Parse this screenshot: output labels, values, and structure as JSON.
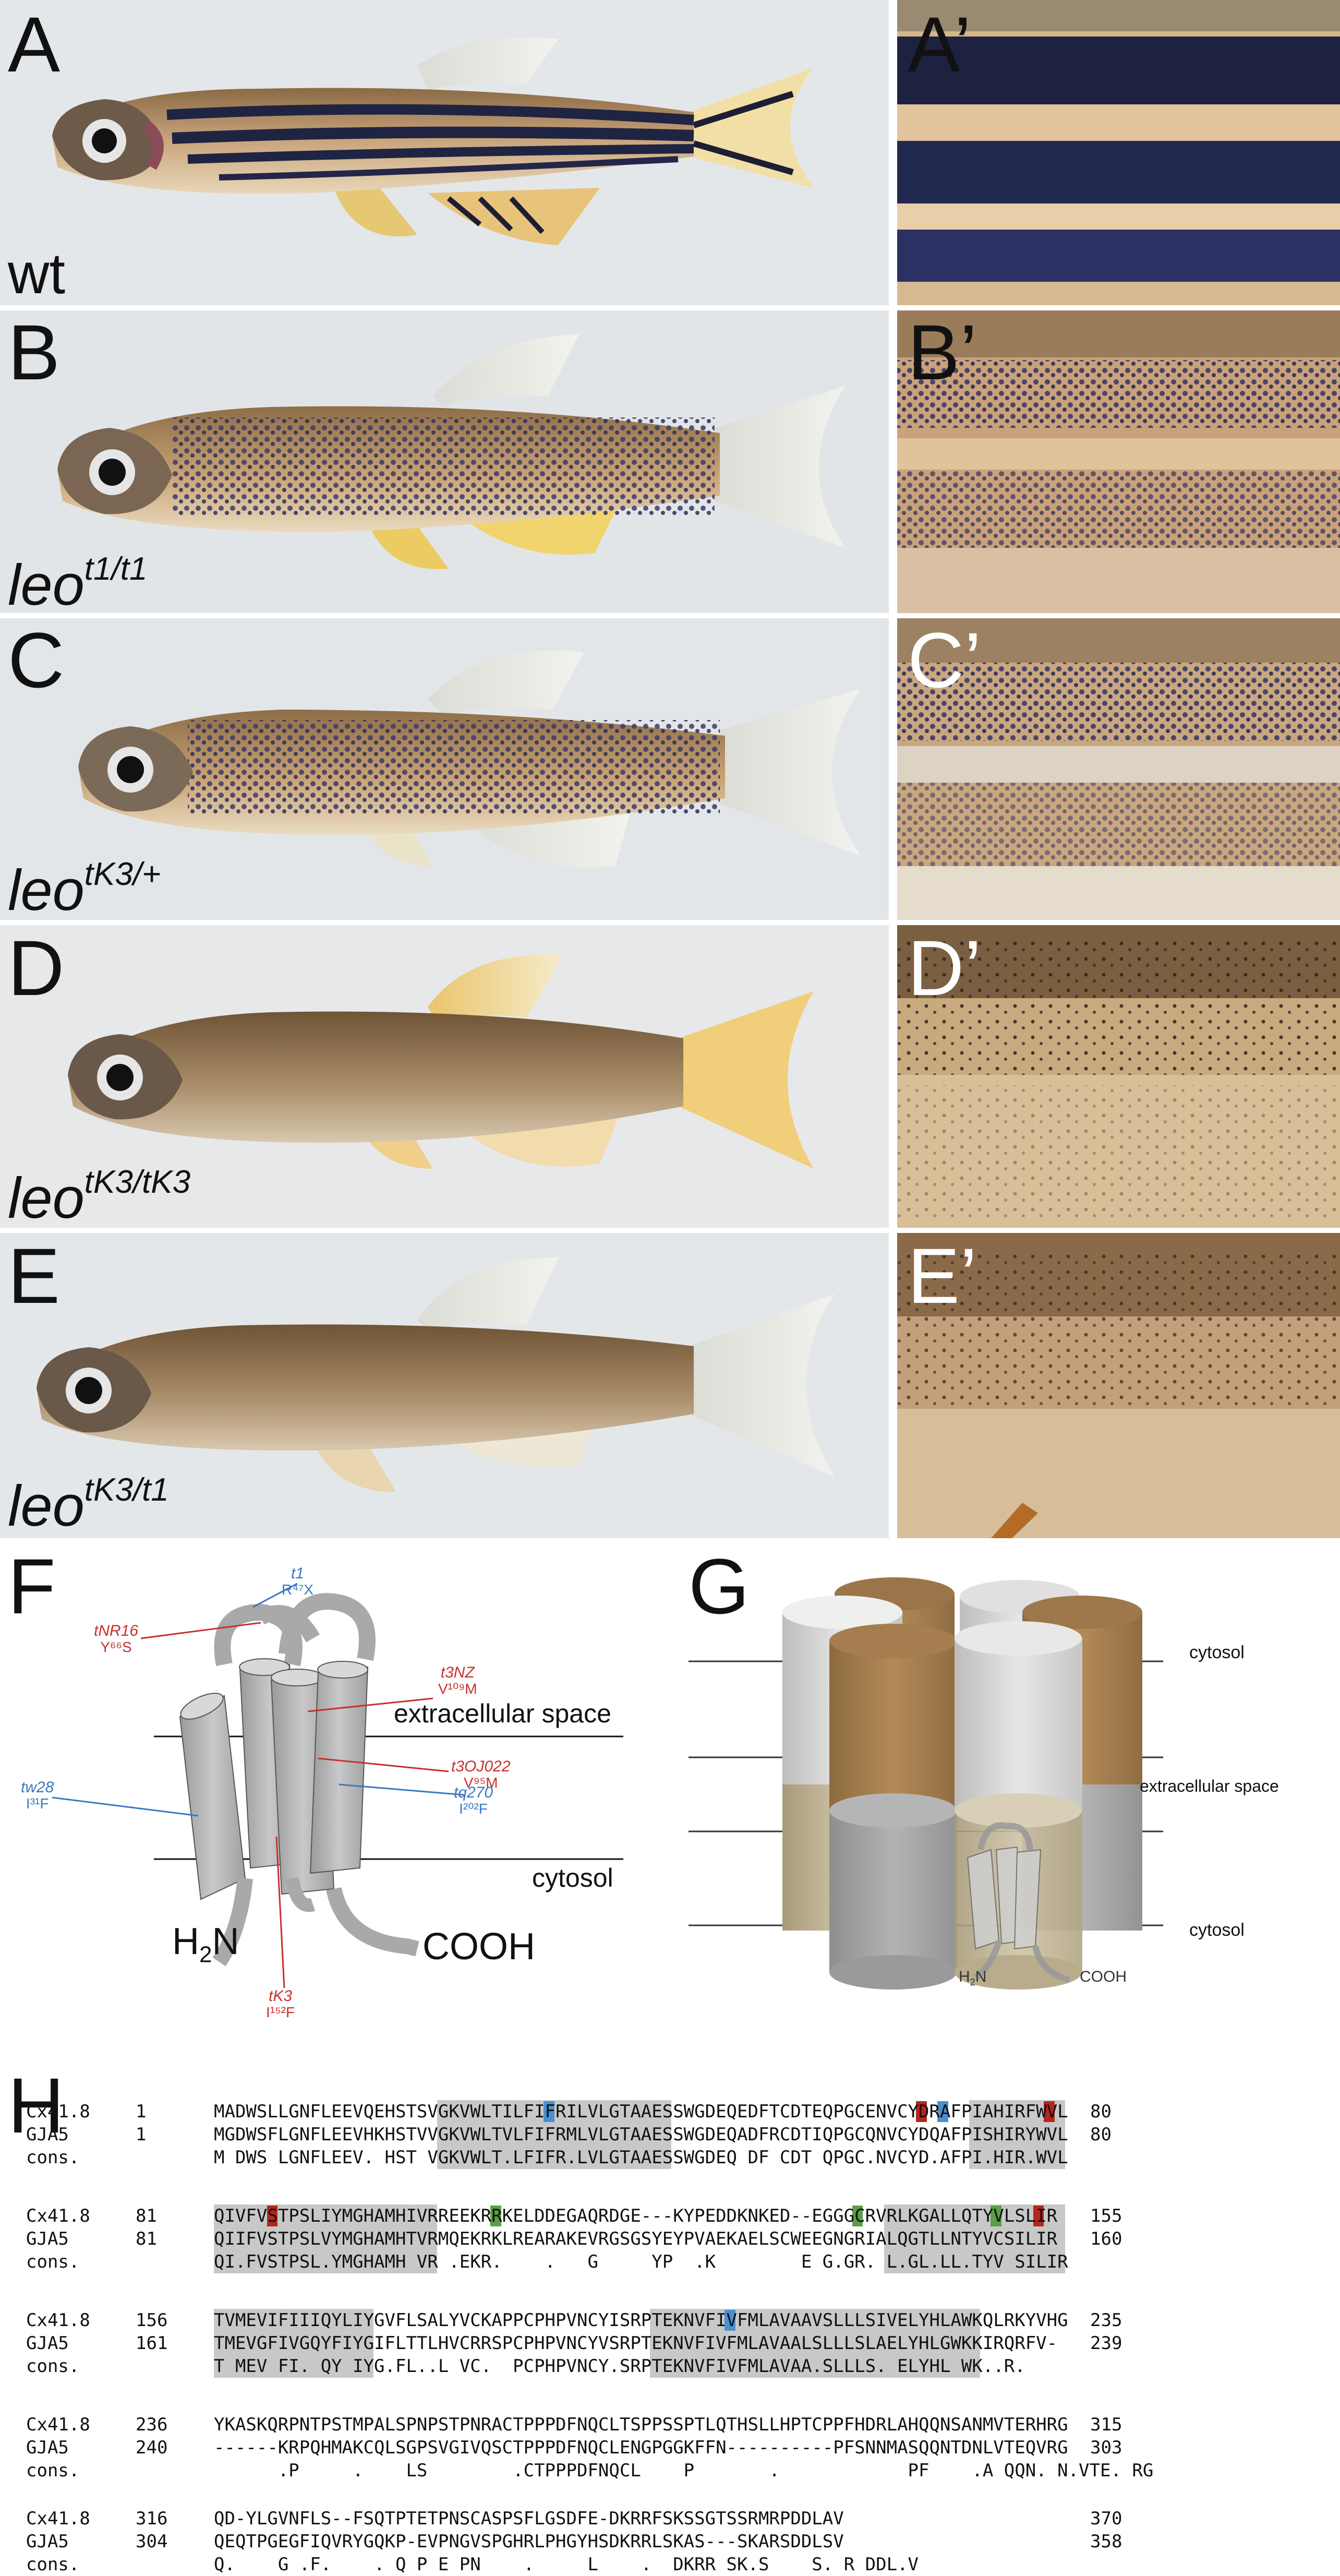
{
  "panels": {
    "A": {
      "label": "A",
      "zoom_label": "A’",
      "genotype_plain": "wt"
    },
    "B": {
      "label": "B",
      "zoom_label": "B’",
      "geno_base": "leo",
      "geno_sup": "t1/t1"
    },
    "C": {
      "label": "C",
      "zoom_label": "C’",
      "geno_base": "leo",
      "geno_sup": "tK3/+"
    },
    "D": {
      "label": "D",
      "zoom_label": "D’",
      "geno_base": "leo",
      "geno_sup": "tK3/tK3"
    },
    "E": {
      "label": "E",
      "zoom_label": "E’",
      "geno_base": "leo",
      "geno_sup": "tK3/t1"
    }
  },
  "panel_F": {
    "label": "F",
    "extracellular": "extracellular space",
    "cytosol": "cytosol",
    "n_term": "H₂N",
    "c_term": "COOH",
    "mutations": [
      {
        "name": "t1",
        "change": "R⁴⁷X",
        "color": "#3a78c3"
      },
      {
        "name": "tNR16",
        "change": "Y⁶⁶S",
        "color": "#c9302c"
      },
      {
        "name": "t3NZ",
        "change": "V¹⁰⁹M",
        "color": "#c9302c"
      },
      {
        "name": "t3OJ022",
        "change": "V⁹⁵M",
        "color": "#c9302c"
      },
      {
        "name": "tw28",
        "change": "I³¹F",
        "color": "#3a78c3"
      },
      {
        "name": "tq270",
        "change": "I²⁰²F",
        "color": "#3a78c3"
      },
      {
        "name": "tK3",
        "change": "I¹⁵²F",
        "color": "#c9302c"
      }
    ]
  },
  "panel_G": {
    "label": "G",
    "cytosol_top": "cytosol",
    "extracellular": "extracellular space",
    "cytosol_bottom": "cytosol",
    "n_term": "H₂N",
    "c_term": "COOH"
  },
  "panel_H": {
    "label": "H",
    "blocks": [
      {
        "rows": [
          {
            "name": "Cx41.8",
            "start": "1",
            "seq": "MADWSLLGNFLEEVQEHSTSVGKVWLTILFIFRILVLGTAAESSWGDEQEDFTCDTEQPGCENVCYDRAFPIAHIRFWVL",
            "end": "80"
          },
          {
            "name": "GJA5",
            "start": "1",
            "seq": "MGDWSFLGNFLEEVHKHSTVVGKVWLTVLFIFRMLVLGTAAESSWGDEQADFRCDTIQPGCQNVCYDQAFPISHIRYWVL",
            "end": "80"
          },
          {
            "name": "cons.",
            "start": "",
            "seq": "M DWS LGNFLEEV. HST VGKVWLT.LFIFR.LVLGTAAESSWGDEQ DF CDT QPGC.NVCYD.AFPI.HIR.WVL",
            "end": ""
          }
        ],
        "grey": [
          [
            21,
            43
          ],
          [
            71,
            80
          ]
        ]
      },
      {
        "rows": [
          {
            "name": "Cx41.8",
            "start": "81",
            "seq": "QIVFVSTPSLIYMGHAMHIVRREEKRRKELDDEGAQRDGE---KYPEDDKNKED--EGGGCRVRLKGALLQTYVLSLIR",
            "end": "155"
          },
          {
            "name": "GJA5",
            "start": "81",
            "seq": "QIIFVSTPSLVYMGHAMHTVRMQEKRKLREARAKEVRGSGSYEYPVAEKAELSCWEEGNGRIALQGTLLNTYVCSILIR",
            "end": "160"
          },
          {
            "name": "cons.",
            "start": "",
            "seq": "QI.FVSTPSL.YMGHAMH VR .EKR.    .   G     YP  .K        E G.GR. L.GL.LL.TYV SILIR",
            "end": ""
          }
        ],
        "grey": [
          [
            0,
            21
          ],
          [
            63,
            80
          ]
        ]
      },
      {
        "rows": [
          {
            "name": "Cx41.8",
            "start": "156",
            "seq": "TVMEVIFIIIQYLIYGVFLSALYVCKAPPCPHPVNCYISRPTEKNVFIVFMLAVAAVSLLLSIVELYHLAWKQLRKYVHG",
            "end": "235"
          },
          {
            "name": "GJA5",
            "start": "161",
            "seq": "TMEVGFIVGQYFIYGIFLTTLHVCRRSPCPHPVNCYVSRPTEKNVFIVFMLAVAALSLLLSLAELYHLGWKKIRQRFV-",
            "end": "239"
          },
          {
            "name": "cons.",
            "start": "",
            "seq": "T MEV FI. QY IYG.FL..L VC.  PCPHPVNCY.SRPTEKNVFIVFMLAVAA.SLLLS. ELYHL WK..R.",
            "end": ""
          }
        ],
        "grey": [
          [
            0,
            15
          ],
          [
            41,
            72
          ]
        ]
      },
      {
        "rows": [
          {
            "name": "Cx41.8",
            "start": "236",
            "seq": "YKASKQRPNTPSTMPALSPNPSTPNRACTPPPDFNQCLTSPPSSPTLQTHSLLHPTCPPFHDRLAHQQNSANMVTERHRG",
            "end": "315"
          },
          {
            "name": "GJA5",
            "start": "240",
            "seq": "------KRPQHMAKCQLSGPSVGIVQSCTPPPDFNQCLENGPGGKFFN----------PFSNNMASQQNTDNLVTEQVRG",
            "end": "303"
          },
          {
            "name": "cons.",
            "start": "",
            "seq": "      .P     .    LS        .CTPPPDFNQCL    P       .            PF    .A QQN. N.VTE. RG",
            "end": ""
          }
        ],
        "grey": []
      },
      {
        "rows": [
          {
            "name": "Cx41.8",
            "start": "316",
            "seq": "QD-YLGVNFLS--FSQTPTETPNSCASPSFLGSDFE-DKRRFSKSSGTSSRMRPDDLAV",
            "end": "370"
          },
          {
            "name": "GJA5",
            "start": "304",
            "seq": "QEQTPGEGFIQVRYGQKP-EVPNGVSPGHRLPHGYHSDKRRLSKAS---SKARSDDLSV",
            "end": "358"
          },
          {
            "name": "cons.",
            "start": "",
            "seq": "Q.    G .F.    . Q P E PN    .     L    .  DKRR SK.S    S. R DDL.V",
            "end": ""
          }
        ],
        "grey": []
      }
    ],
    "residue_marks": [
      {
        "block": 0,
        "row": 0,
        "col": 31,
        "color": "#4a90d0"
      },
      {
        "block": 0,
        "row": 0,
        "col": 66,
        "color": "#b3261e"
      },
      {
        "block": 0,
        "row": 0,
        "col": 68,
        "color": "#4a90d0"
      },
      {
        "block": 0,
        "row": 0,
        "col": 78,
        "color": "#b3261e"
      },
      {
        "block": 1,
        "row": 0,
        "col": 5,
        "color": "#b3261e"
      },
      {
        "block": 1,
        "row": 0,
        "col": 26,
        "color": "#5a9e47"
      },
      {
        "block": 1,
        "row": 0,
        "col": 60,
        "color": "#5a9e47"
      },
      {
        "block": 1,
        "row": 0,
        "col": 73,
        "color": "#5a9e47"
      },
      {
        "block": 1,
        "row": 0,
        "col": 77,
        "color": "#b3261e"
      },
      {
        "block": 2,
        "row": 0,
        "col": 48,
        "color": "#4a90d0"
      }
    ]
  }
}
